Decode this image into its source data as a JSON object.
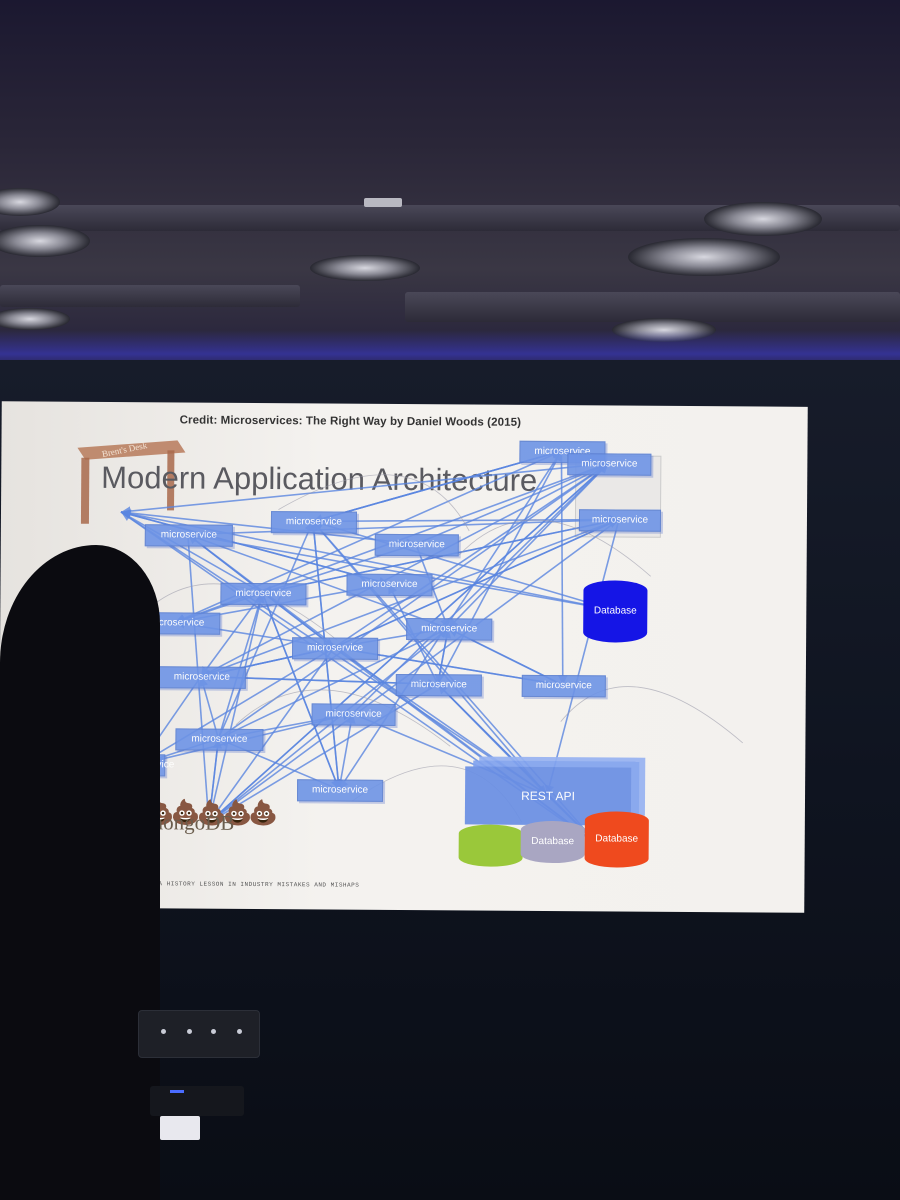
{
  "slide": {
    "credit": "Credit: Microservices: The Right Way by Daniel Woods (2015)",
    "title": "Modern Application Architecture",
    "footer": "A HISTORY LESSON IN INDUSTRY MISTAKES AND MISHAPS",
    "microservice_label": "microservice",
    "api_label": "REST API",
    "database_label": "Database",
    "mongo_label": "mongoDB",
    "desk_label": "Brent's Desk",
    "colors": {
      "microservice": "#6e94e6",
      "database_blue": "#1515e6",
      "database_green": "#9ac83a",
      "database_gray": "#a9a6c2",
      "database_red": "#ef4a1e",
      "arrow": "#5b86e0"
    }
  }
}
